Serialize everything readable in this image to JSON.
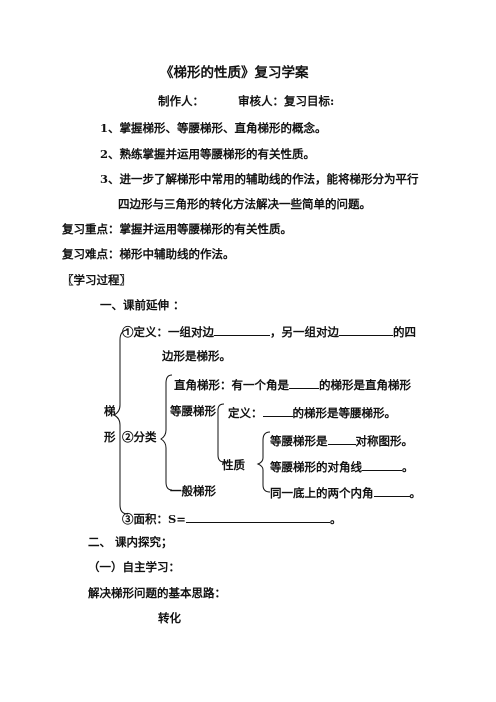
{
  "title": "《梯形的性质》复习学案",
  "meta": {
    "author": "制作人：",
    "reviewer": "审核人：复习目标:"
  },
  "objectives": [
    "1、掌握梯形、等腰梯形、直角梯形的概念。",
    "2、熟练掌握并运用等腰梯形的有关性质。",
    "3、进一步了解梯形中常用的辅助线的作法，能将梯形分为平行",
    "四边形与三角形的转化方法解决一些简单的问题。"
  ],
  "key_point": "复习重点：掌握并运用等腰梯形的有关性质。",
  "difficult_point": "复习难点：梯形中辅助线的作法。",
  "process_heading": "〖学习过程〗",
  "section1": "一、课前延伸 ：",
  "definition": {
    "a": "①定义：一组对边",
    "b": "，另一组对边",
    "c": "的四",
    "d": "边形是梯形。"
  },
  "tree": {
    "root_1": "梯",
    "root_2": "形",
    "classify": "②分类",
    "right_trapezoid_a": "直角梯形：有一个角是",
    "right_trapezoid_b": "的梯形是直角梯形",
    "isosceles": "等腰梯形",
    "iso_def_a": "定义：",
    "iso_def_b": "的梯形是等腰梯形。",
    "property": "性质",
    "prop1_a": "等腰梯形是",
    "prop1_b": "对称图形。",
    "prop2_a": "等腰梯形的对角线",
    "prop2_b": "。",
    "prop3_a": "同一底上的两个内角",
    "prop3_b": "。",
    "general": "一般梯形",
    "area_a": "③面积：S=",
    "area_b": "。"
  },
  "section2": "二、  课内探究；",
  "subsection1": "（一）自主学习：",
  "approach": "解决梯形问题的基本思路：",
  "transform": "转化"
}
